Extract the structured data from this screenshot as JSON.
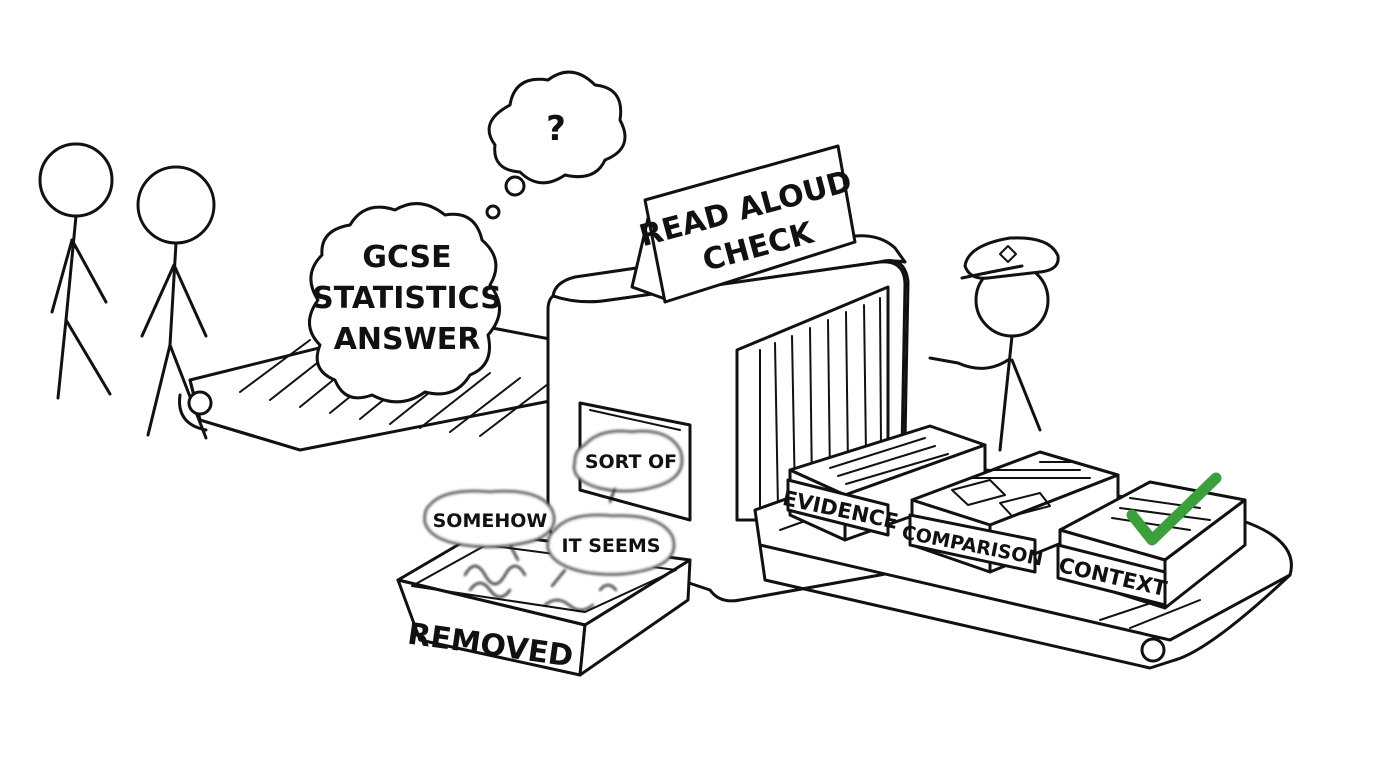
{
  "scene": {
    "input_cloud": [
      "GCSE",
      "STATISTICS",
      "ANSWER"
    ],
    "thought_mark": "?",
    "sign": [
      "READ ALOUD",
      "CHECK"
    ],
    "removed_phrases": [
      "SORT OF",
      "SOMEHOW",
      "IT SEEMS"
    ],
    "bin_label": "REMOVED",
    "boxes": [
      "EVIDENCE",
      "COMPARISON",
      "CONTEXT"
    ]
  },
  "colors": {
    "ink": "#111111",
    "check": "#3aa03a"
  },
  "icons": {
    "approved": "checkmark-icon"
  }
}
